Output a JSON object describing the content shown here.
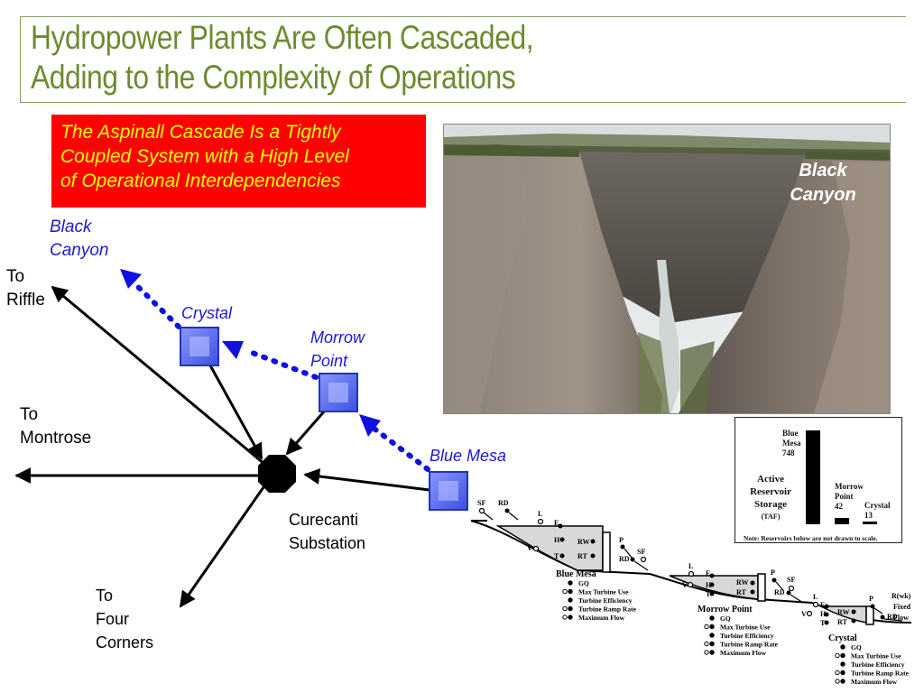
{
  "title": {
    "line1": "Hydropower Plants Are Often Cascaded,",
    "line2": "Adding to the Complexity of Operations"
  },
  "callout": {
    "line1": "The Aspinall Cascade Is a Tightly",
    "line2": "Coupled System with a High Level",
    "line3": "of Operational Interdependencies"
  },
  "photo": {
    "label_line1": "Black",
    "label_line2": "Canyon"
  },
  "network": {
    "black_canyon": {
      "line1": "Black",
      "line2": "Canyon"
    },
    "crystal": "Crystal",
    "morrow_point": {
      "line1": "Morrow",
      "line2": "Point"
    },
    "blue_mesa": "Blue Mesa",
    "to_riffle": {
      "line1": "To",
      "line2": "Riffle"
    },
    "to_montrose": {
      "line1": "To",
      "line2": "Montrose"
    },
    "to_four_corners": {
      "line1": "To",
      "line2": "Four",
      "line3": "Corners"
    },
    "substation": {
      "line1": "Curecanti",
      "line2": "Substation"
    },
    "colors": {
      "plant": "#5a6cf0",
      "flow": "#1010e0",
      "line": "#000000"
    }
  },
  "storage": {
    "blue_mesa": {
      "line1": "Blue",
      "line2": "Mesa",
      "value": "748",
      "amount": 748
    },
    "morrow_point": {
      "line1": "Morrow",
      "line2": "Point",
      "value": "42",
      "amount": 42
    },
    "crystal": {
      "line1": "Crystal",
      "value": "13",
      "amount": 13
    },
    "label": {
      "line1": "Active",
      "line2": "Reservoir",
      "line3": "Storage",
      "line4": "(TAF)"
    },
    "note": "Note: Reservoirs below are not drawn to scale."
  },
  "profile": {
    "codes": {
      "sf": "SF",
      "rd": "RD",
      "l": "L",
      "e": "E",
      "h": "H",
      "v": "V",
      "t": "T",
      "rw": "RW",
      "rt": "RT",
      "p": "P",
      "rwk": "R(wk)",
      "fixed": "Fixed",
      "flow": "Flow"
    },
    "plants": [
      {
        "name": "Blue Mesa",
        "items": [
          "GQ",
          "Max Turbine Use",
          "Turbine Efficiency",
          "Turbine Ramp Rate",
          "Maximum Flow"
        ]
      },
      {
        "name": "Morrow Point",
        "items": [
          "GQ",
          "Max Turbine Use",
          "Turbine Efficiency",
          "Turbine Ramp Rate",
          "Maximum Flow"
        ]
      },
      {
        "name": "Crystal",
        "items": [
          "GQ",
          "Max Turbine Use",
          "Turbine Efficiency",
          "Turbine Ramp Rate",
          "Maximum Flow"
        ]
      }
    ]
  }
}
